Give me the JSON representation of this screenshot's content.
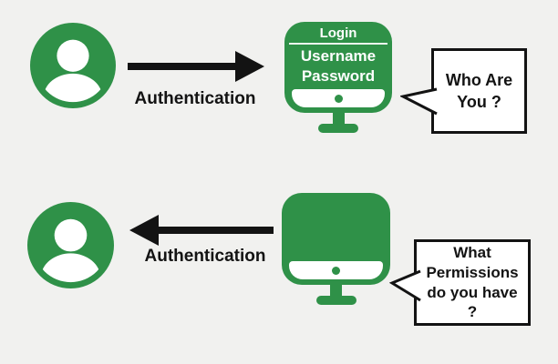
{
  "colors": {
    "background": "#f1f1ef",
    "green": "#2f9148",
    "ink": "#131313"
  },
  "top": {
    "arrow_label": "Authentication",
    "arrow_direction": "right",
    "monitor": {
      "title": "Login",
      "field1": "Username",
      "field2": "Password"
    },
    "bubble": {
      "line1": "Who Are",
      "line2": "You ?"
    }
  },
  "bottom": {
    "arrow_label": "Authentication",
    "arrow_direction": "left",
    "bubble": {
      "line1": "What",
      "line2": "Permissions",
      "line3": "do you have",
      "line4": "?"
    }
  }
}
